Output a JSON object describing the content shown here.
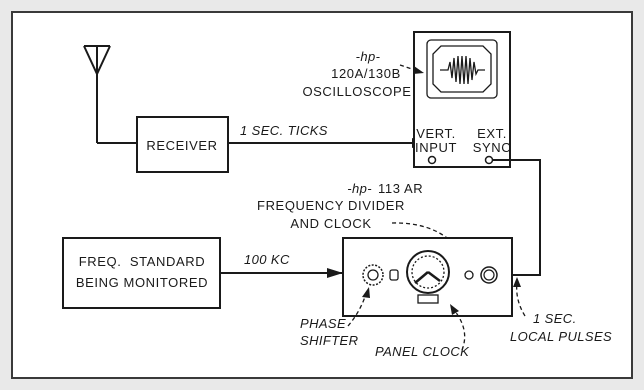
{
  "receiver": {
    "label": "RECEIVER"
  },
  "ticks": {
    "label": "1 SEC. TICKS"
  },
  "scope": {
    "hp": "-hp-",
    "model": "120A/130B",
    "name": "OSCILLOSCOPE",
    "vert1": "VERT.",
    "vert2": "INPUT",
    "ext1": "EXT.",
    "ext2": "SYNC"
  },
  "divider": {
    "hp": "-hp-",
    "model": "113 AR",
    "line1": "FREQUENCY DIVIDER",
    "line2": "AND CLOCK"
  },
  "standard": {
    "line1": "FREQ.  STANDARD",
    "line2": "BEING MONITORED"
  },
  "kc": {
    "label": "100 KC"
  },
  "phase": {
    "line1": "PHASE",
    "line2": "SHIFTER"
  },
  "panelclock": {
    "label": "PANEL CLOCK"
  },
  "local": {
    "line1": "1 SEC.",
    "line2": "LOCAL PULSES"
  }
}
